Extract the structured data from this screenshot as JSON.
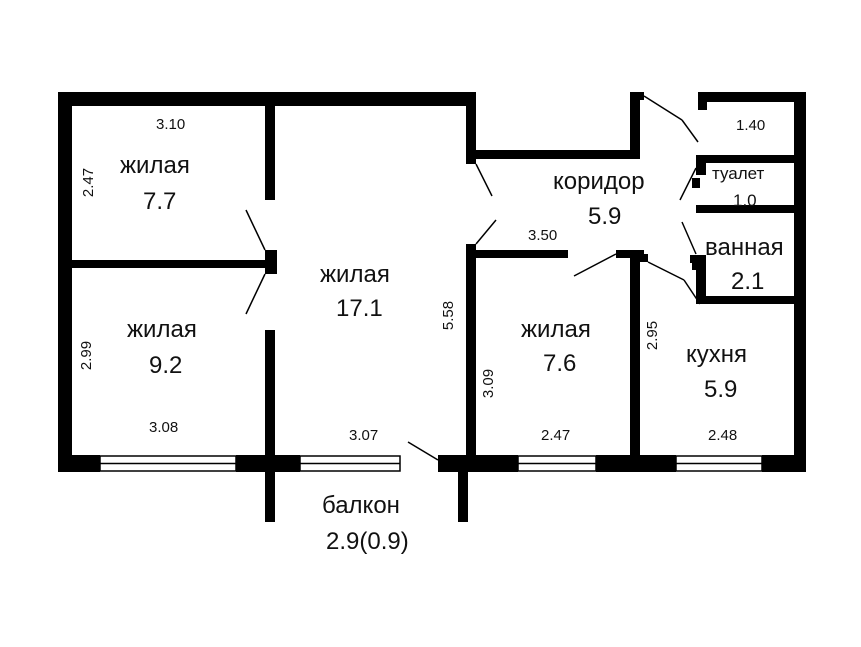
{
  "rooms": {
    "living_tl": {
      "name": "жилая",
      "area": "7.7"
    },
    "living_bl": {
      "name": "жилая",
      "area": "9.2"
    },
    "living_main": {
      "name": "жилая",
      "area": "17.1"
    },
    "corridor": {
      "name": "коридор",
      "area": "5.9"
    },
    "toilet": {
      "name": "туалет",
      "area": "1.0"
    },
    "bathroom": {
      "name": "ванная",
      "area": "2.1"
    },
    "living_mid": {
      "name": "жилая",
      "area": "7.6"
    },
    "kitchen": {
      "name": "кухня",
      "area": "5.9"
    },
    "balcony": {
      "name": "балкон",
      "area": "2.9(0.9)"
    }
  },
  "dimensions": {
    "top_left_width": "3.10",
    "left_upper_height": "2.47",
    "left_lower_height": "2.99",
    "bottom_left_width": "3.08",
    "main_width": "3.07",
    "main_height": "5.58",
    "corridor_width": "3.50",
    "storage_width": "1.40",
    "mid_height": "3.09",
    "mid_width": "2.47",
    "kitchen_height": "2.95",
    "kitchen_width": "2.48"
  },
  "colors": {
    "wall": "#000000",
    "background": "#ffffff"
  }
}
